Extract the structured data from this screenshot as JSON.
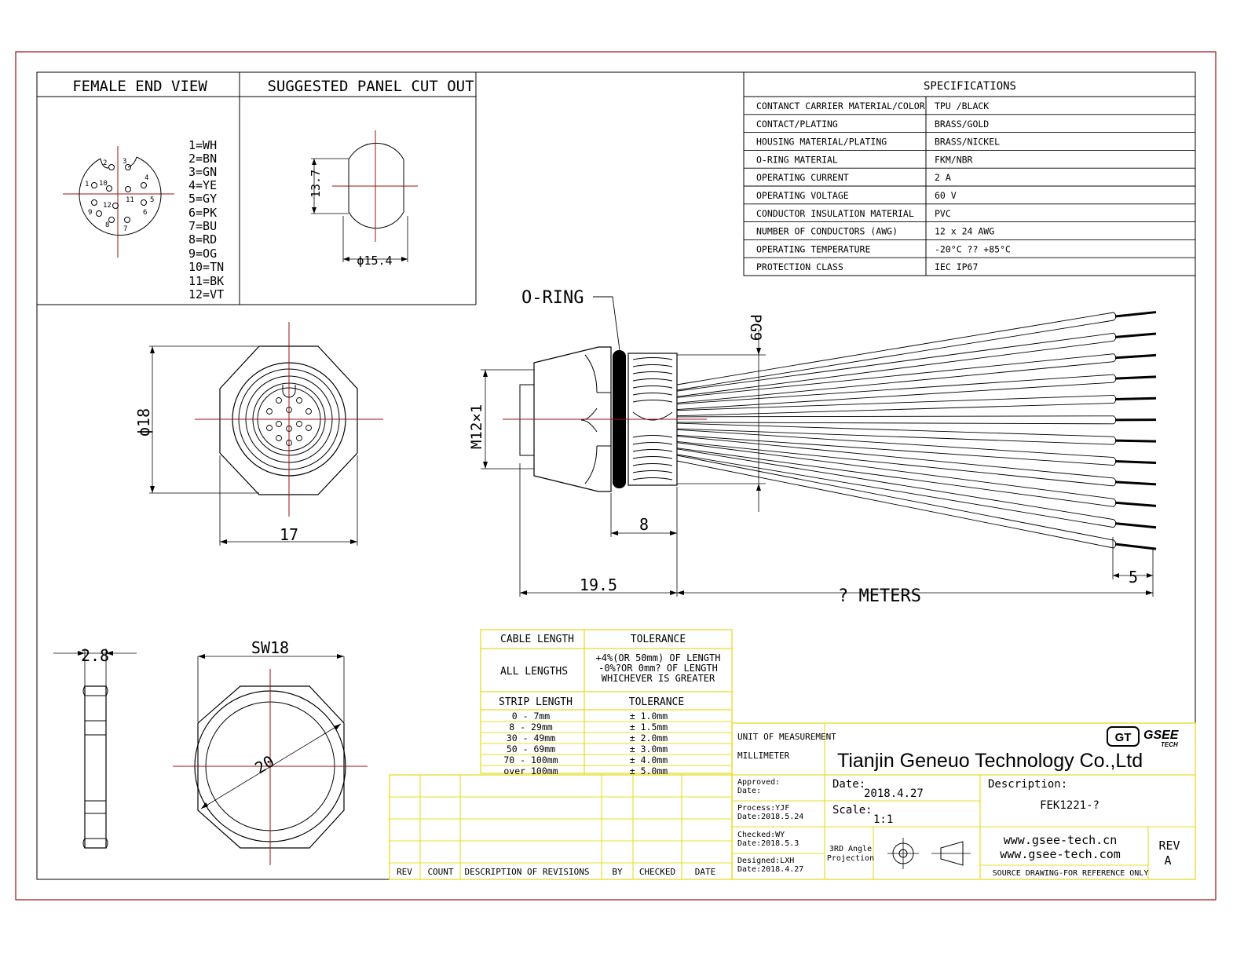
{
  "female_end_view": {
    "title": "FEMALE END VIEW",
    "pin_numbers": [
      "1",
      "2",
      "3",
      "4",
      "5",
      "6",
      "7",
      "8",
      "9",
      "10",
      "11",
      "12"
    ],
    "pin_colors": [
      "1=WH",
      "2=BN",
      "3=GN",
      "4=YE",
      "5=GY",
      "6=PK",
      "7=BU",
      "8=RD",
      "9=OG",
      "10=TN",
      "11=BK",
      "12=VT"
    ]
  },
  "panel_cut_out": {
    "title": "SUGGESTED PANEL CUT OUT",
    "dim_height": "13.7",
    "dim_width": "ϕ15.4"
  },
  "specifications": {
    "title": "SPECIFICATIONS",
    "rows": [
      {
        "key": "CONTANCT CARRIER MATERIAL/COLOR",
        "value": "TPU /BLACK"
      },
      {
        "key": "CONTACT/PLATING",
        "value": "BRASS/GOLD"
      },
      {
        "key": "HOUSING MATERIAL/PLATING",
        "value": "BRASS/NICKEL"
      },
      {
        "key": "O-RING MATERIAL",
        "value": "FKM/NBR"
      },
      {
        "key": "OPERATING CURRENT",
        "value": "2 A"
      },
      {
        "key": "OPERATING VOLTAGE",
        "value": "60 V"
      },
      {
        "key": "CONDUCTOR INSULATION MATERIAL",
        "value": "PVC"
      },
      {
        "key": "NUMBER OF CONDUCTORS (AWG)",
        "value": "12 x 24 AWG"
      },
      {
        "key": "OPERATING TEMPERATURE",
        "value": "-20°C ?? +85°C"
      },
      {
        "key": "PROTECTION CLASS",
        "value": "IEC  IP67"
      }
    ]
  },
  "front_view": {
    "dim_diameter": "ϕ18",
    "dim_width": "17"
  },
  "side_view": {
    "oring_label": "O-RING",
    "dim_thread": "M12×1",
    "dim_pg": "PG9",
    "dim_8": "8",
    "dim_19_5": "19.5",
    "dim_length": "? METERS",
    "dim_strip": "5"
  },
  "nut_views": {
    "dim_thickness": "2.8",
    "dim_sw": "SW18",
    "dim_diag": "20"
  },
  "tolerance_table": {
    "cable_length_header": "CABLE LENGTH",
    "tolerance_header": "TOLERANCE",
    "all_lengths_label": "ALL LENGTHS",
    "all_lengths_lines": [
      "+4%(OR 50mm) OF LENGTH",
      "-0%?OR 0mm? OF LENGTH",
      "WHICHEVER  IS  GREATER"
    ],
    "strip_length_header": "STRIP LENGTH",
    "strip_tolerance_header": "TOLERANCE",
    "strip_rows": [
      {
        "range": "0 - 7mm",
        "tol": "± 1.0mm"
      },
      {
        "range": "8 - 29mm",
        "tol": "± 1.5mm"
      },
      {
        "range": "30 - 49mm",
        "tol": "± 2.0mm"
      },
      {
        "range": "50 - 69mm",
        "tol": "± 3.0mm"
      },
      {
        "range": "70 - 100mm",
        "tol": "± 4.0mm"
      },
      {
        "range": "over 100mm",
        "tol": "± 5.0mm"
      }
    ]
  },
  "revision_table": {
    "headers": [
      "REV",
      "COUNT",
      "DESCRIPTION  OF  REVISIONS",
      "BY",
      "CHECKED",
      "DATE"
    ]
  },
  "title_block": {
    "unit_label": "UNIT OF MEASUREMENT",
    "unit_value": "MILLIMETER",
    "company": "Tianjin Geneuo Technology Co.,Ltd",
    "logo_text": "GSEE",
    "logo_sub": "TECH",
    "logo_mark": "GT",
    "approved_label": "Approved:",
    "approved_date": "Date:",
    "process_label": "Process:YJF",
    "process_date": "Date:2018.5.24",
    "checked_label": "Checked:WY",
    "checked_date": "Date:2018.5.3",
    "designed_label": "Designed:LXH",
    "designed_date": "Date:2018.4.27",
    "date_label": "Date:",
    "date_value": "2018.4.27",
    "scale_label": "Scale:",
    "scale_value": "1:1",
    "description_label": "Description:",
    "description_value": "FEK1221-?",
    "projection_line1": "3RD Angle",
    "projection_line2": "Projection",
    "website1": "www.gsee-tech.cn",
    "website2": "www.gsee-tech.com",
    "rev_label": "REV",
    "rev_value": "A",
    "source_note": "SOURCE DRAWING-FOR REFERENCE ONLY"
  },
  "colors": {
    "border_red": "#9b1010",
    "table_yellow": "#e8dc2a",
    "line_black": "#000000"
  }
}
